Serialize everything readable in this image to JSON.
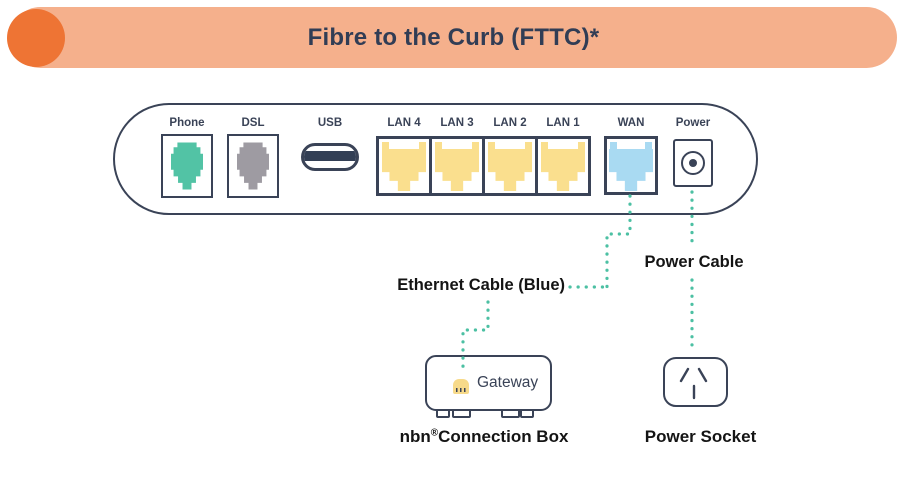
{
  "header": {
    "title": "Fibre to the Curb (FTTC)*"
  },
  "router": {
    "ports": [
      {
        "id": "phone",
        "label": "Phone",
        "type": "rj11",
        "color": "#52c3a5"
      },
      {
        "id": "dsl",
        "label": "DSL",
        "type": "rj11",
        "color": "#9e9ba2"
      },
      {
        "id": "usb",
        "label": "USB",
        "type": "usb"
      },
      {
        "id": "lan4",
        "label": "LAN 4",
        "type": "rj45",
        "color": "#fadf8e"
      },
      {
        "id": "lan3",
        "label": "LAN 3",
        "type": "rj45",
        "color": "#fadf8e"
      },
      {
        "id": "lan2",
        "label": "LAN 2",
        "type": "rj45",
        "color": "#fadf8e"
      },
      {
        "id": "lan1",
        "label": "LAN 1",
        "type": "rj45",
        "color": "#fadf8e"
      },
      {
        "id": "wan",
        "label": "WAN",
        "type": "rj45",
        "color": "#a9daf2"
      },
      {
        "id": "power",
        "label": "Power",
        "type": "power"
      }
    ]
  },
  "cables": {
    "ethernet_label": "Ethernet Cable (Blue)",
    "power_label": "Power Cable",
    "color": "#4cc0a3"
  },
  "devices": {
    "gateway_label": "Gateway",
    "connection_box_prefix": "nbn",
    "connection_box_reg": "®",
    "connection_box_suffix": "Connection Box",
    "power_socket_label": "Power Socket"
  },
  "colors": {
    "header_bar": "#f5b08c",
    "header_circle": "#ee7434",
    "outline_navy": "#3a4357",
    "title_text": "#313d55",
    "label_text": "#141414",
    "phone_port": "#52c3a5",
    "dsl_port": "#9e9ba2",
    "lan_port": "#fadf8e",
    "wan_port": "#a9daf2",
    "cable_dots": "#4cc0a3",
    "gateway_port_yellow": "#f7da8a"
  }
}
